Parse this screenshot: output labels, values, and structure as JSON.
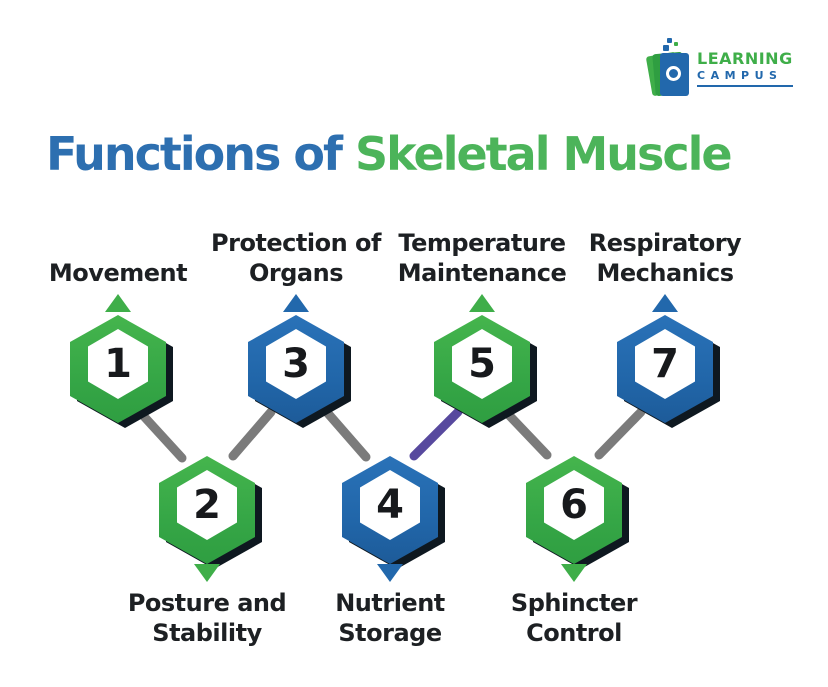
{
  "logo": {
    "line1": "LEARNING",
    "line2": "CAMPUS",
    "icon": "stacked-books-with-student"
  },
  "title": {
    "part1": "Functions of ",
    "part2": "Skeletal Muscle"
  },
  "palette": {
    "green": "#3fae49",
    "blue": "#2268ac",
    "title-blue": "#2d6fb0",
    "title-green": "#4cb45a",
    "connector-gray": "#7b7b7b",
    "connector-purple": "#57499e",
    "shadow": "#0e1820",
    "text-dark": "#1d2023"
  },
  "nodes": [
    {
      "number": "1",
      "color": "green",
      "label_lines": [
        "Movement",
        ""
      ]
    },
    {
      "number": "2",
      "color": "green",
      "label_lines": [
        "Posture and",
        "Stability"
      ]
    },
    {
      "number": "3",
      "color": "blue",
      "label_lines": [
        "Protection of",
        "Organs"
      ]
    },
    {
      "number": "4",
      "color": "blue",
      "label_lines": [
        "Nutrient",
        "Storage"
      ]
    },
    {
      "number": "5",
      "color": "green",
      "label_lines": [
        "Temperature",
        "Maintenance"
      ]
    },
    {
      "number": "6",
      "color": "green",
      "label_lines": [
        "Sphincter",
        "Control"
      ]
    },
    {
      "number": "7",
      "color": "blue",
      "label_lines": [
        "Respiratory",
        "Mechanics"
      ]
    }
  ]
}
